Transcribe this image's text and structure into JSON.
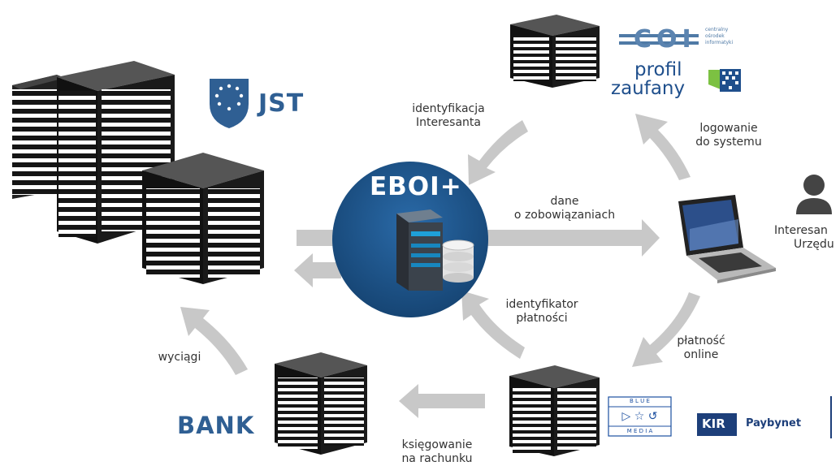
{
  "hub": {
    "title": "EBOI+"
  },
  "entities": {
    "jst": "JST",
    "bank": "BANK",
    "user_line1": "Interesan",
    "user_line2": "Urzędu"
  },
  "flows": {
    "identification": [
      "identyfikacja",
      "Interesanta"
    ],
    "login": [
      "logowanie",
      "do systemu"
    ],
    "obligations": [
      "dane",
      "o zobowiązaniach"
    ],
    "payment_id": [
      "identyfikator",
      "płatności"
    ],
    "payment_online": [
      "płatność",
      "online"
    ],
    "statements": [
      "wyciągi"
    ],
    "booking": [
      "księgowanie",
      "na rachunku"
    ]
  },
  "logos": {
    "coi": "COI",
    "coi_sub": [
      "centralny",
      "ośrodek",
      "informatyki"
    ],
    "profil": [
      "profil",
      "zaufany"
    ],
    "bluemedia": [
      "B L U E",
      "M E D I A"
    ],
    "kir": "KIR",
    "paybynet": "Paybynet"
  },
  "colors": {
    "arrow": "#c8c8c8",
    "hub": "#1d4f85",
    "accent": "#2f5f93",
    "building": "#1a1a1a",
    "bluemedia": "#1c4fa0"
  }
}
